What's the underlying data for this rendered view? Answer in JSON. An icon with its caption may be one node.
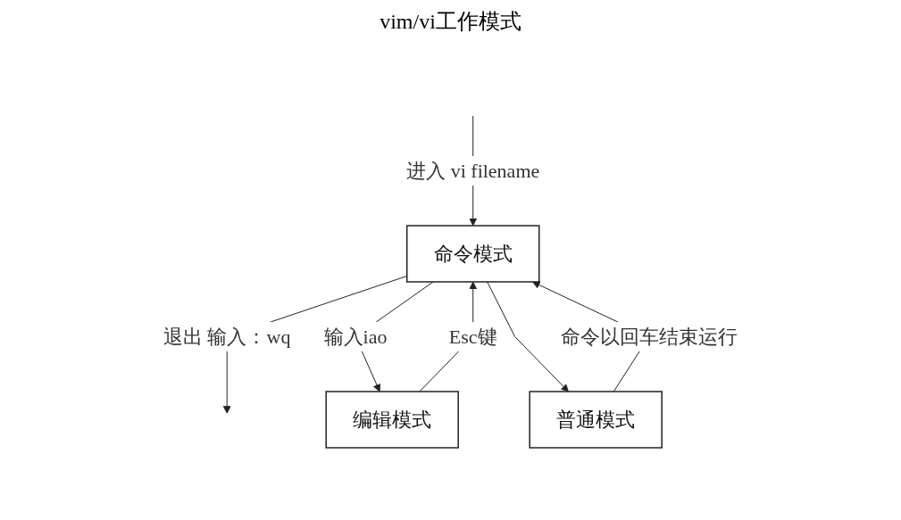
{
  "diagram": {
    "title": "vim/vi工作模式",
    "nodes": [
      {
        "text": [
          "命令模式"
        ]
      },
      {
        "text": [
          "编辑模式"
        ]
      },
      {
        "text": [
          "普通模式"
        ]
      }
    ],
    "edges": [
      {
        "from": null,
        "to": 0,
        "arrow": "to",
        "label": "进入 vi filename"
      },
      {
        "from": 0,
        "to": null,
        "arrow": "to",
        "label": "退出 输入：wq"
      },
      {
        "from": 0,
        "to": 1,
        "arrow": "to",
        "label": "输入iao"
      },
      {
        "from": 1,
        "to": 0,
        "arrow": "to",
        "label": "Esc键"
      },
      {
        "from": 0,
        "to": 2,
        "arrow": "to"
      },
      {
        "from": 2,
        "to": 0,
        "arrow": "to",
        "label": "命令以回车结束运行"
      }
    ]
  }
}
